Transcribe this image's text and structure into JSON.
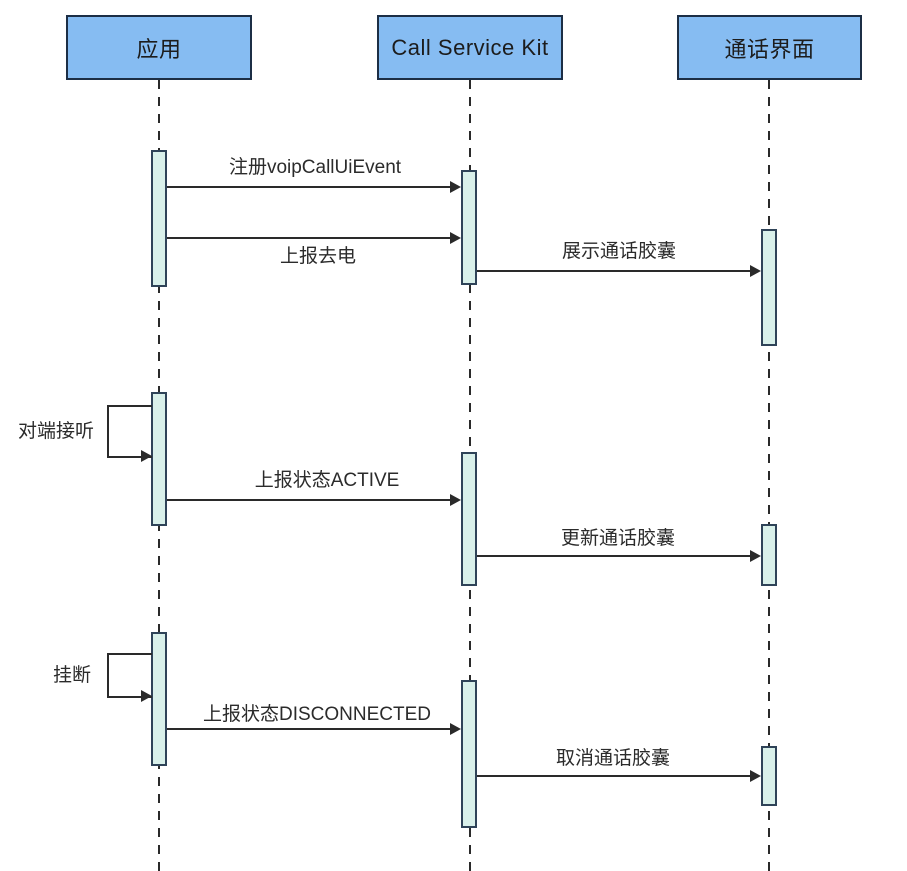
{
  "diagram": {
    "type": "uml-sequence",
    "participants": [
      {
        "id": "app",
        "label": "应用"
      },
      {
        "id": "call-service-kit",
        "label": "Call Service Kit"
      },
      {
        "id": "call-ui",
        "label": "通话界面"
      }
    ],
    "messages": [
      {
        "from": "应用",
        "to": "Call Service Kit",
        "label": "注册voipCallUiEvent",
        "type": "sync",
        "label_position": "above"
      },
      {
        "from": "应用",
        "to": "Call Service Kit",
        "label": "上报去电",
        "type": "sync",
        "label_position": "below"
      },
      {
        "from": "Call Service Kit",
        "to": "通话界面",
        "label": "展示通话胶囊",
        "type": "sync",
        "label_position": "above"
      },
      {
        "from": "应用",
        "to": "应用",
        "label": "对端接听",
        "type": "self",
        "label_position": "left"
      },
      {
        "from": "应用",
        "to": "Call Service Kit",
        "label": "上报状态ACTIVE",
        "type": "sync",
        "label_position": "above"
      },
      {
        "from": "Call Service Kit",
        "to": "通话界面",
        "label": "更新通话胶囊",
        "type": "sync",
        "label_position": "above"
      },
      {
        "from": "应用",
        "to": "应用",
        "label": "挂断",
        "type": "self",
        "label_position": "left"
      },
      {
        "from": "应用",
        "to": "Call Service Kit",
        "label": "上报状态DISCONNECTED",
        "type": "sync",
        "label_position": "above"
      },
      {
        "from": "Call Service Kit",
        "to": "通话界面",
        "label": "取消通话胶囊",
        "type": "sync",
        "label_position": "above"
      }
    ],
    "colors": {
      "participant_fill": "#86bcf2",
      "participant_border": "#1c2e45",
      "activation_fill": "#d9f0ea",
      "activation_border": "#2f4358",
      "line": "#2a2a2a"
    }
  }
}
